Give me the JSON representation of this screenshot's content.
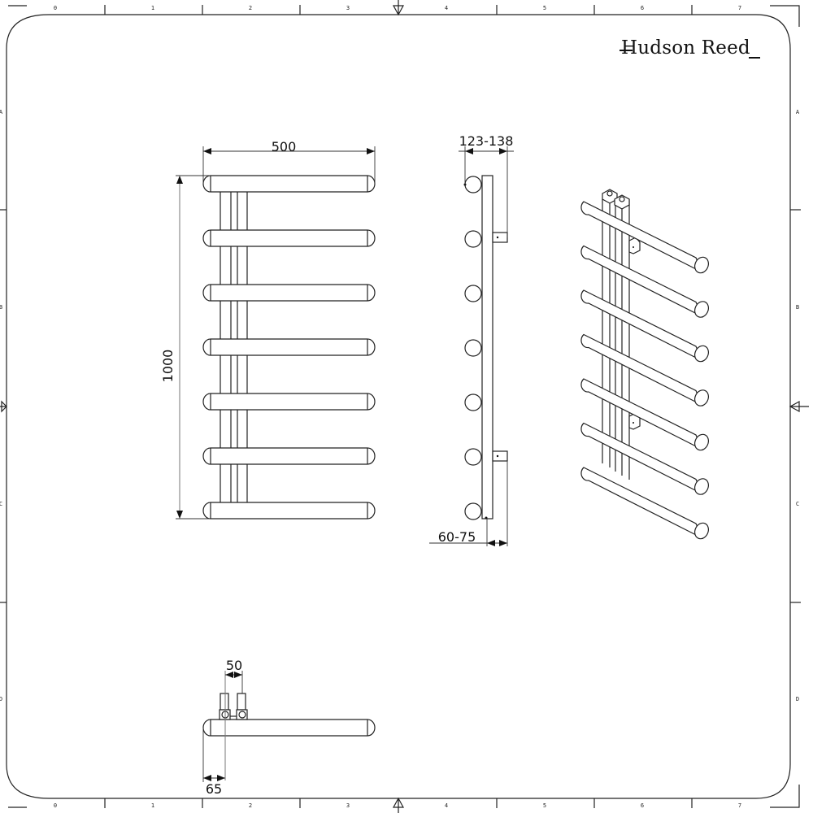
{
  "brand": {
    "name": "Hudson Reed"
  },
  "frame": {
    "column_labels": [
      "0",
      "1",
      "2",
      "3",
      "4",
      "5",
      "6",
      "7"
    ],
    "row_labels": [
      "A",
      "B",
      "C",
      "D"
    ]
  },
  "front_view": {
    "width_label": "500",
    "height_label": "1000",
    "bar_count": 7,
    "bar_y": [
      226,
      293,
      360,
      427,
      494,
      561,
      628
    ]
  },
  "side_view": {
    "depth_label": "123-138",
    "wall_gap_label": "60-75",
    "bar_y": [
      226,
      293,
      360,
      427,
      494,
      561,
      628
    ]
  },
  "top_view": {
    "valve_spacing_label": "50",
    "valve_offset_label": "65"
  },
  "iso_view": {
    "bar_count": 7
  },
  "colors": {
    "line": "#222222",
    "background": "#ffffff"
  }
}
